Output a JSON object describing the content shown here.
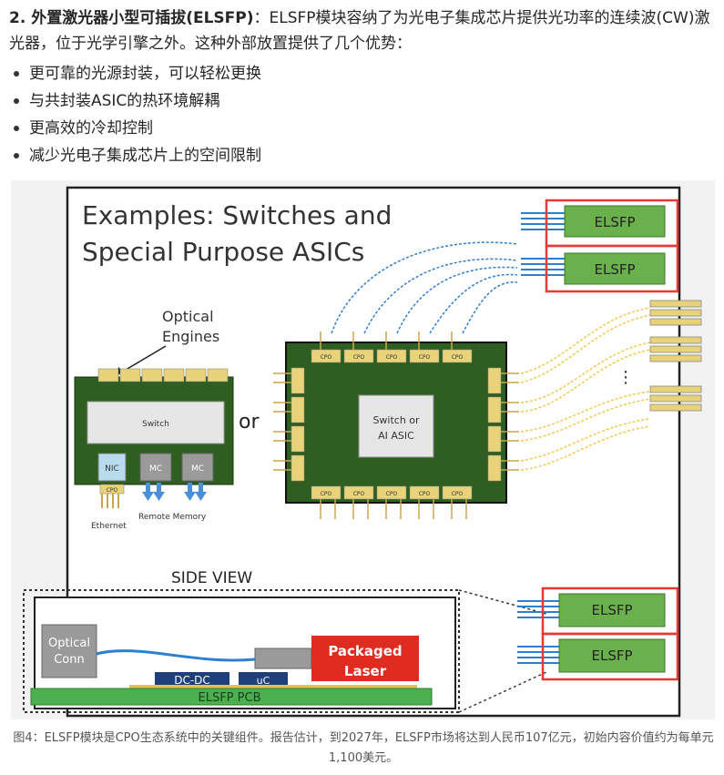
{
  "article": {
    "lead": "2. 外置激光器小型可插拔(ELSFP)",
    "body": "：ELSFP模块容纳了为光电子集成芯片提供光功率的连续波(CW)激光器，位于光学引擎之外。这种外部放置提供了几个优势：",
    "bullets": [
      "更可靠的光源封装，可以轻松更换",
      "与共封装ASIC的热环境解耦",
      "更高效的冷却控制",
      "减少光电子集成芯片上的空间限制"
    ]
  },
  "figure": {
    "title_line1": "Examples: Switches and",
    "title_line2": "Special Purpose ASICs",
    "optical_engines_line1": "Optical",
    "optical_engines_line2": "Engines",
    "or_label": "or",
    "switch_label": "Switch",
    "nic_label": "NIC",
    "mc_label": "MC",
    "cpo_label": "CPO",
    "ethernet_label": "Ethernet",
    "remote_memory_label": "Remote Memory",
    "asic_line1": "Switch  or",
    "asic_line2": "AI ASIC",
    "ellipsis": "⋮",
    "elsfp_label": "ELSFP",
    "side_view_label": "SIDE VIEW",
    "optical_conn_line1": "Optical",
    "optical_conn_line2": "Conn",
    "packaged_laser_line1": "Packaged",
    "packaged_laser_line2": "Laser",
    "dcdc_label": "DC-DC",
    "uc_label": "uC",
    "pcb_label": "ELSFP PCB",
    "colors": {
      "green": "#6ab04c",
      "red_box": "#e53935",
      "blue_fiber": "#2f7fcf",
      "yellow_fiber": "#f2c94c",
      "laser_red": "#e02b20"
    }
  },
  "caption": "图4：ELSFP模块是CPO生态系统中的关键组件。报告估计，到2027年，ELSFP市场将达到人民币107亿元，初始内容价值约为每单元1,100美元。"
}
